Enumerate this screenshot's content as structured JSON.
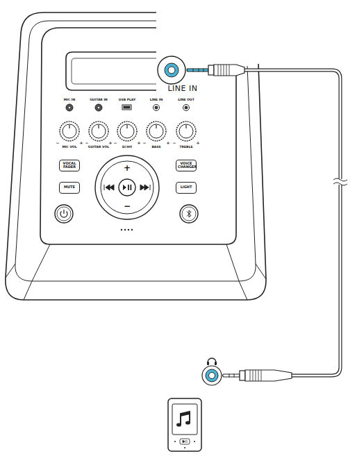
{
  "diagram": {
    "nodes": [
      {
        "text": [
          "VOCAL FADER"
        ]
      },
      {
        "text": [
          "VOICE CHANGER"
        ]
      },
      {
        "text": [
          "MUTE"
        ]
      },
      {
        "text": [
          "LIGHT"
        ]
      }
    ],
    "labels": [
      "LINE IN",
      "MIC IN",
      "GUITAR IN",
      "USB PLAY",
      "LINE IN",
      "LINE OUT",
      "MIC VOL",
      "GUITAR VOL",
      "ECHO",
      "BASS",
      "TREBLE",
      "+",
      "−",
      "−",
      "+",
      "−",
      "+",
      "−",
      "+",
      "−",
      "+",
      "−",
      "+"
    ]
  }
}
